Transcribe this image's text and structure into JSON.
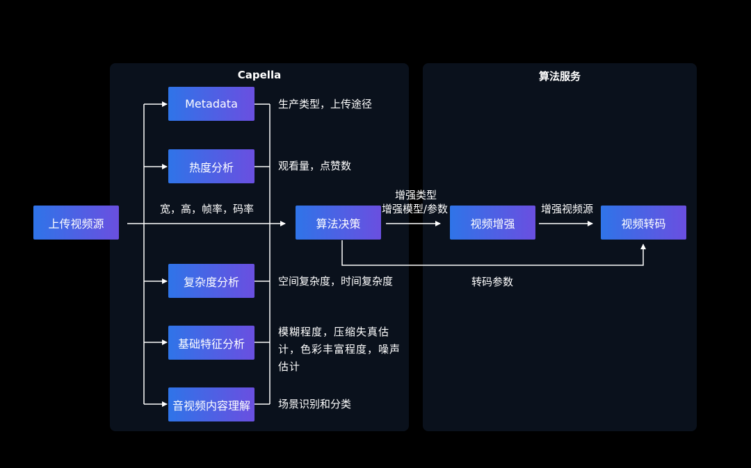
{
  "panels": {
    "capella_title": "Capella",
    "algo_title": "算法服务"
  },
  "nodes": {
    "source": "上传视频源",
    "metadata": "Metadata",
    "popularity": "热度分析",
    "complexity": "复杂度分析",
    "basic_features": "基础特征分析",
    "content_understanding": "音视频内容理解",
    "decision": "算法决策",
    "enhance": "视频增强",
    "transcode": "视频转码"
  },
  "labels": {
    "metadata": "生产类型，上传途径",
    "popularity": "观看量，点赞数",
    "video_props": "宽，高，帧率，码率",
    "complexity": "空间复杂度，时间复杂度",
    "basic_features": "模糊程度，压缩失真估计，色彩丰富程度，噪声估计",
    "content_understanding": "场景识别和分类",
    "enhance_type": "增强类型",
    "enhance_model": "增强模型/参数",
    "enhanced_source": "增强视频源",
    "transcode_params": "转码参数"
  },
  "colors": {
    "background": "#000000",
    "panel": "#0a111c",
    "node_start": "#2f74e8",
    "node_end": "#6a4fe0",
    "line": "#ffffff"
  }
}
